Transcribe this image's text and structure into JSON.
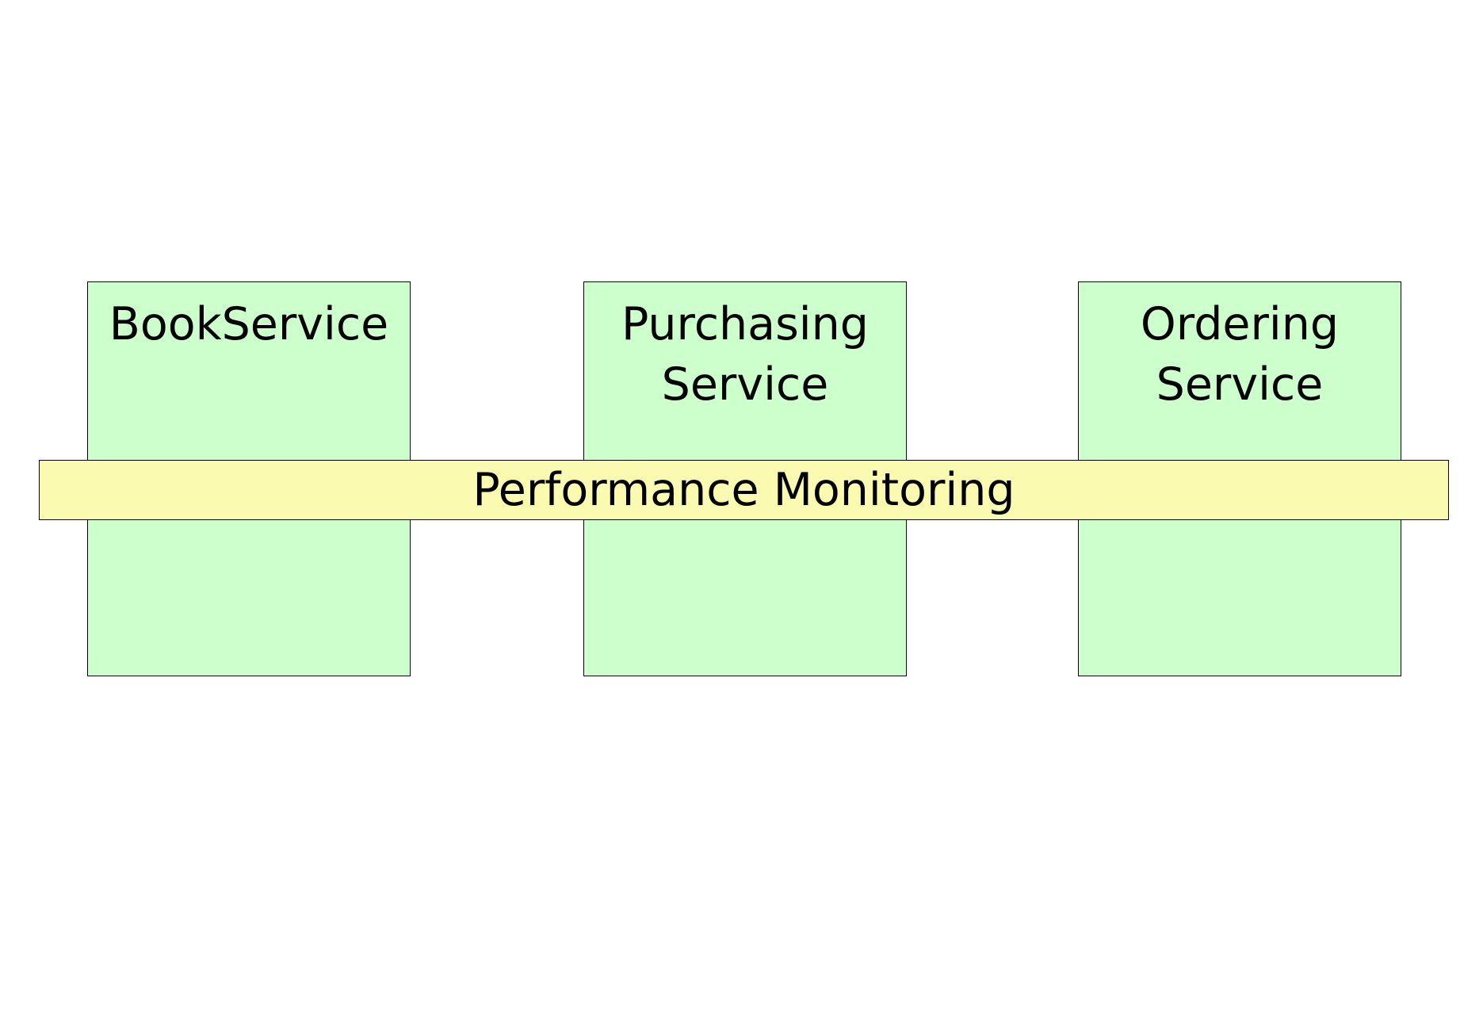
{
  "colors": {
    "service_fill": "#ccffcc",
    "band_fill": "#fafab0"
  },
  "services": [
    {
      "lines": [
        "BookService"
      ]
    },
    {
      "lines": [
        "Purchasing",
        "Service"
      ]
    },
    {
      "lines": [
        "Ordering",
        "Service"
      ]
    }
  ],
  "cross_cutting": {
    "label": "Performance Monitoring"
  }
}
